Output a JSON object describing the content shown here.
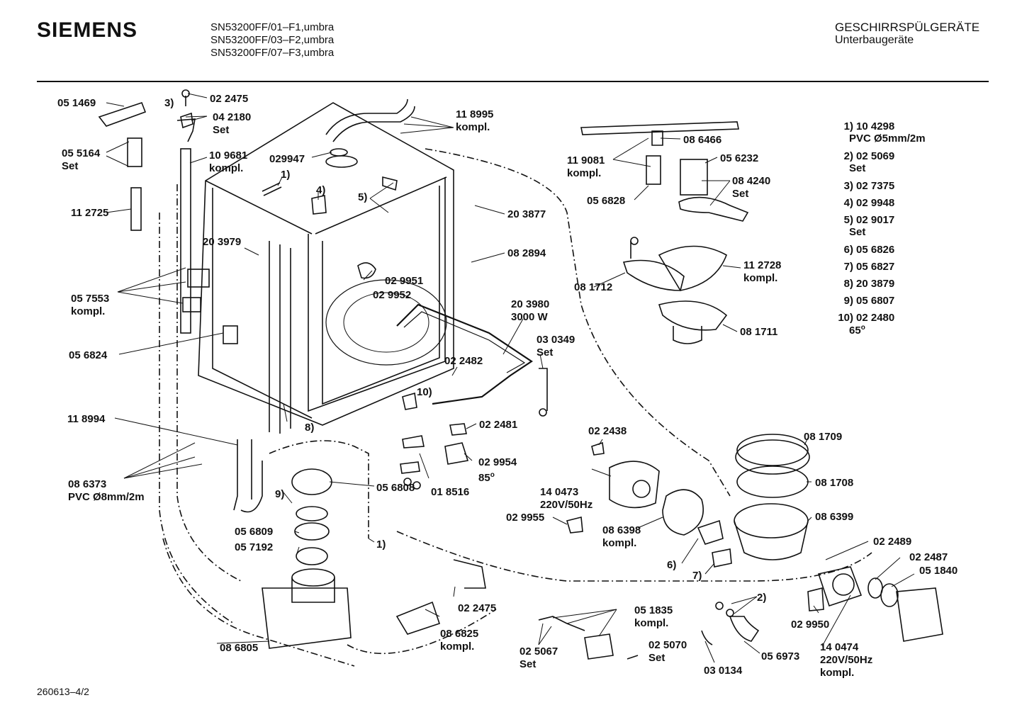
{
  "header": {
    "brand": "SIEMENS",
    "models": [
      "SN53200FF/01–F1,umbra",
      "SN53200FF/03–F2,umbra",
      "SN53200FF/07–F3,umbra"
    ],
    "category": "GESCHIRRSPÜLGERÄTE",
    "subcategory": "Unterbaugeräte"
  },
  "labels": {
    "p051469": "05 1469",
    "p3": "3)",
    "p022475a": "02 2475",
    "p042180": "04 2180",
    "p042180set": "Set",
    "p055164": "05 5164",
    "p055164set": "Set",
    "p109681": "10 9681",
    "p109681k": "kompl.",
    "p112725": "11 2725",
    "p029947": "029947",
    "p1a": "1)",
    "p4": "4)",
    "p5": "5)",
    "p118995": "11 8995",
    "p118995k": "kompl.",
    "p203877": "20 3877",
    "p203979": "20 3979",
    "p082894": "08 2894",
    "p057553": "05 7553",
    "p057553k": "kompl.",
    "p029951": "02 9951",
    "p029952": "02 9952",
    "p203980": "20 3980",
    "p203980w": "3000 W",
    "p056824": "05 6824",
    "p030349": "03 0349",
    "p030349set": "Set",
    "p022482": "02 2482",
    "p10": "10)",
    "p118994": "11 8994",
    "p8": "8)",
    "p022481": "02 2481",
    "p086373": "08 6373",
    "p086373pvc": "PVC Ø8mm/2m",
    "p029954": "02 9954",
    "p029954t": "85",
    "p9": "9)",
    "p018516": "01 8516",
    "p056809": "05 6809",
    "p056808": "05 6808",
    "p057192": "05 7192",
    "p1b": "1)",
    "p022475b": "02 2475",
    "p086825": "08 6825",
    "p086825k": "kompl.",
    "p086805": "08 6805",
    "p119081": "11 9081",
    "p119081k": "kompl.",
    "p086466": "08 6466",
    "p056232": "05 6232",
    "p084240": "08 4240",
    "p084240set": "Set",
    "p056828": "05 6828",
    "p112728": "11 2728",
    "p112728k": "kompl.",
    "p081712": "08 1712",
    "p081711": "08 1711",
    "p022438": "02 2438",
    "p140473": "14 0473",
    "p140473v": "220V/50Hz",
    "p029955": "02 9955",
    "p086398": "08 6398",
    "p086398k": "kompl.",
    "p6": "6)",
    "p7": "7)",
    "p081709": "08 1709",
    "p081708": "08 1708",
    "p086399": "08 6399",
    "p022489": "02 2489",
    "p022487": "02 2487",
    "p051840": "05 1840",
    "p2": "2)",
    "p051835": "05 1835",
    "p051835k": "kompl.",
    "p025067": "02 5067",
    "p025067set": "Set",
    "p025070": "02 5070",
    "p025070set": "Set",
    "p030134": "03 0134",
    "p056973": "05 6973",
    "p029950": "02 9950",
    "p140474": "14 0474",
    "p140474v": "220V/50Hz",
    "p140474k": "kompl."
  },
  "legend": [
    {
      "num": "1)",
      "code": "10 4298",
      "extra": "PVC Ø5mm/2m"
    },
    {
      "num": "2)",
      "code": "02 5069",
      "extra": "Set"
    },
    {
      "num": "3)",
      "code": "02 7375",
      "extra": ""
    },
    {
      "num": "4)",
      "code": "02 9948",
      "extra": ""
    },
    {
      "num": "5)",
      "code": "02 9017",
      "extra": "Set"
    },
    {
      "num": "6)",
      "code": "05 6826",
      "extra": ""
    },
    {
      "num": "7)",
      "code": "05 6827",
      "extra": ""
    },
    {
      "num": "8)",
      "code": "20 3879",
      "extra": ""
    },
    {
      "num": "9)",
      "code": "05 6807",
      "extra": ""
    },
    {
      "num": "10)",
      "code": "02 2480",
      "extra": "65"
    }
  ],
  "footer": "260613–4/2"
}
